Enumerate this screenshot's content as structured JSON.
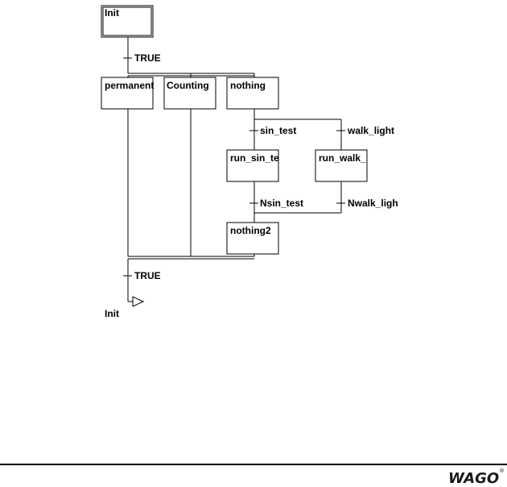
{
  "diagram": {
    "steps": {
      "init": "Init",
      "permanent": "permanent",
      "counting": "Counting",
      "nothing": "nothing",
      "run_sin": "run_sin_te",
      "run_walk": "run_walk_",
      "nothing2": "nothing2"
    },
    "transitions": {
      "t_true_top": "TRUE",
      "sin_test": "sin_test",
      "walk_light": "walk_light",
      "nsin_test": "Nsin_test",
      "nwalk_light": "Nwalk_ligh",
      "t_true_bottom": "TRUE"
    },
    "jump_target": "Init"
  },
  "footer": {
    "logo_text": "WAGO",
    "logo_mark": "®"
  }
}
